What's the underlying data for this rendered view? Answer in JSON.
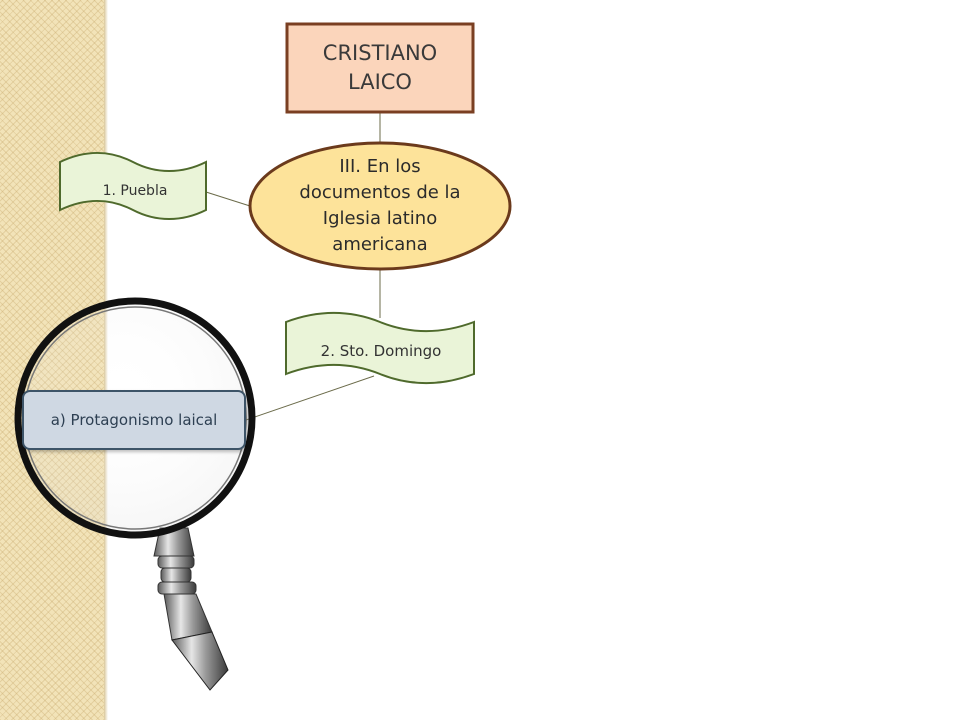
{
  "diagram": {
    "title_box": {
      "label": "CRISTIANO\nLAICO"
    },
    "central_ellipse": {
      "label": "III. En los documentos de la Iglesia latino americana"
    },
    "flag_puebla": {
      "label": "1. Puebla"
    },
    "flag_sto_domingo": {
      "label": "2. Sto. Domingo"
    },
    "protagonismo_box": {
      "label": "a) Protagonismo laical"
    }
  },
  "colors": {
    "title_fill": "#fbd5bb",
    "title_border": "#7a3f22",
    "ellipse_fill": "#fde39a",
    "ellipse_border": "#6b3a1c",
    "flag_fill": "#eaf4d8",
    "flag_border": "#4f6a2c",
    "protag_fill": "#cfd8e3",
    "protag_border": "#3d5468",
    "connector": "#6b6b4a"
  }
}
